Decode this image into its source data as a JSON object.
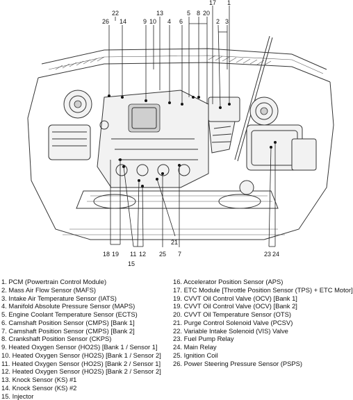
{
  "diagram": {
    "callouts": {
      "c1": "1",
      "c2": "2",
      "c3": "3",
      "c4": "4",
      "c5": "5",
      "c6": "6",
      "c7": "7",
      "c8": "8",
      "c9": "9",
      "c10": "10",
      "c11": "11",
      "c12": "12",
      "c13": "13",
      "c14": "14",
      "c15": "15",
      "c17": "17",
      "c18": "18",
      "c19": "19",
      "c20": "20",
      "c21": "21",
      "c22": "22",
      "c23": "23",
      "c24": "24",
      "c25": "25",
      "c26": "26"
    }
  },
  "legend": {
    "left": [
      "1. PCM (Powertrain Control Module)",
      "2. Mass Air Flow Sensor (MAFS)",
      "3. Intake Air Temperature Sensor (IATS)",
      "4. Manifold Absolute Pressure Sensor (MAPS)",
      "5. Engine Coolant Temperature Sensor (ECTS)",
      "6. Camshaft Position Sensor (CMPS) [Bank 1]",
      "7. Camshaft Position Sensor (CMPS) [Bank 2]",
      "8. Crankshaft Position Sensor (CKPS)",
      "9. Heated Oxygen Sensor (HO2S) [Bank 1 / Sensor 1]",
      "10. Heated Oxygen Sensor (HO2S) [Bank 1 / Sensor 2]",
      "11. Heated Oxygen Sensor (HO2S) [Bank 2 / Sensor 1]",
      "12. Heated Oxygen Sensor (HO2S) [Bank 2 / Sensor 2]",
      "13. Knock Sensor (KS) #1",
      "14. Knock Sensor (KS) #2",
      "15. Injector"
    ],
    "right": [
      "16. Accelerator Position Sensor (APS)",
      "17. ETC Module [Throttle Position Sensor (TPS) + ETC Motor]",
      "19. CVVT Oil Control Valve (OCV) [Bank 1]",
      "19. CVVT Oil Control Valve (OCV) [Bank 2]",
      "20. CVVT Oil Temperature Sensor (OTS)",
      "21. Purge Control Solenoid Valve (PCSV)",
      "22. Variable Intake Solenoid (VIS) Valve",
      "23. Fuel Pump Relay",
      "24. Main Relay",
      "25. Ignition Coil",
      "26. Power Steering Pressure Sensor (PSPS)"
    ]
  }
}
